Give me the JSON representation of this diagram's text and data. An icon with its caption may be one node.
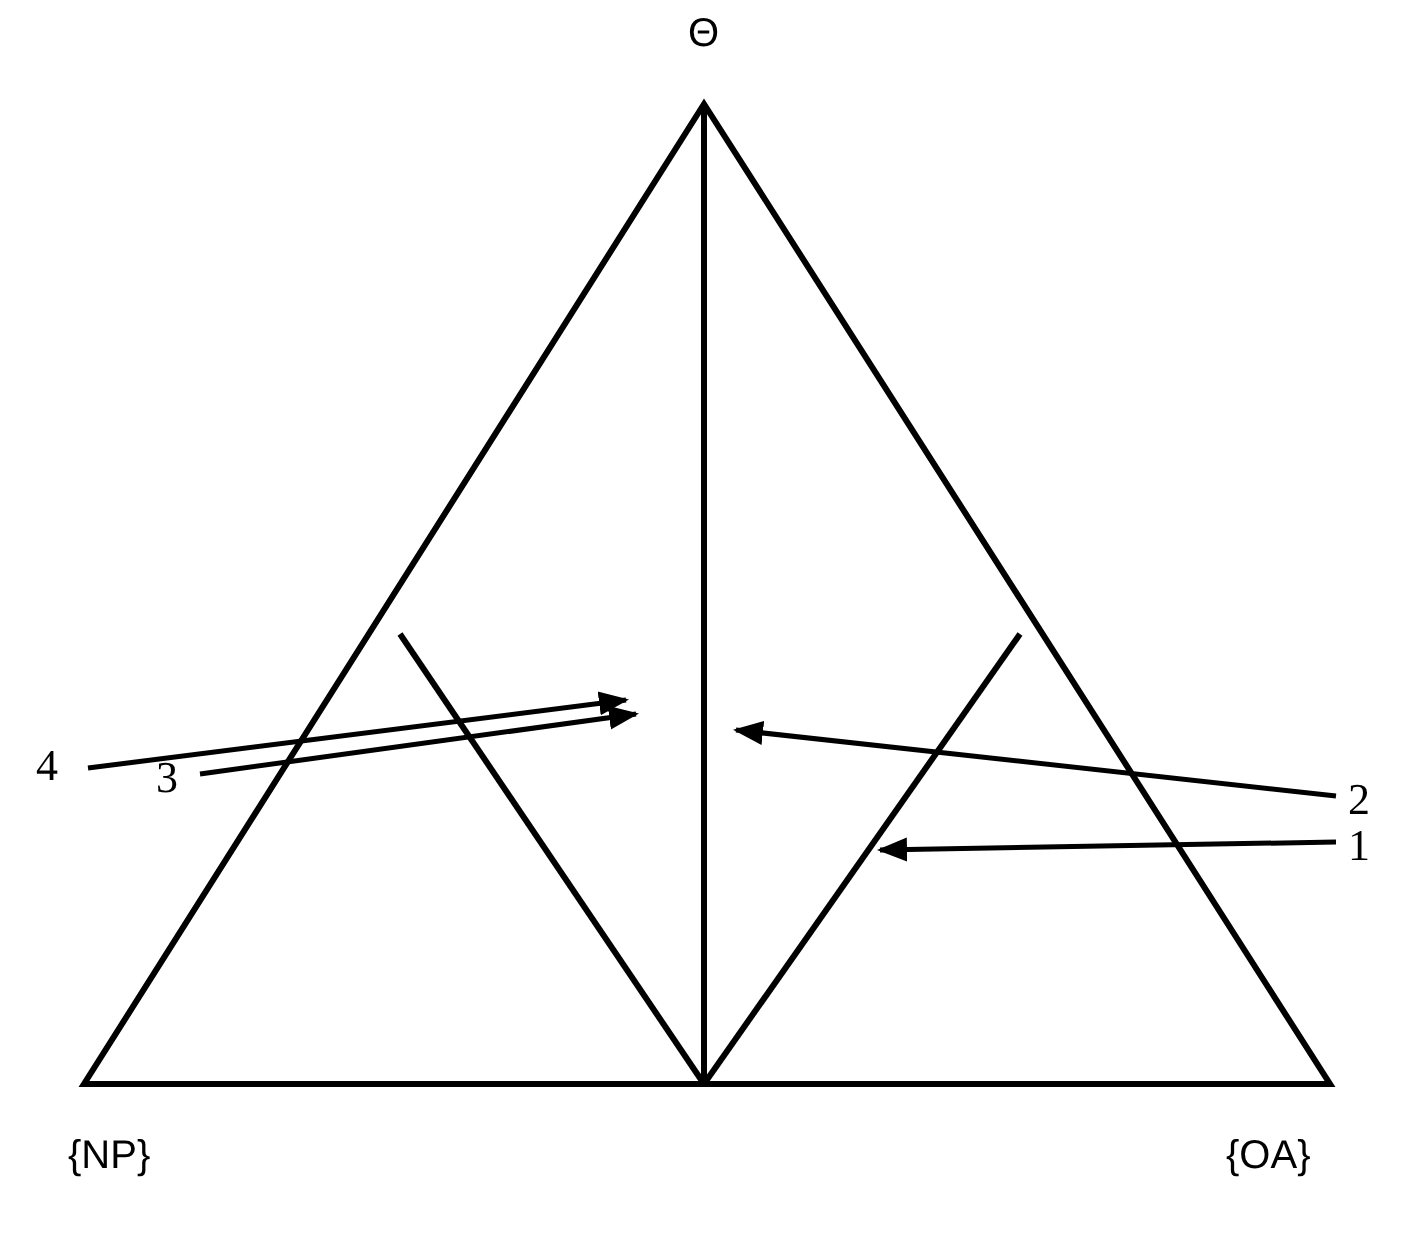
{
  "diagram": {
    "nodes": [
      {
        "text": [
          "4"
        ]
      },
      {
        "text": [
          "3"
        ]
      },
      {
        "text": [
          "2"
        ]
      },
      {
        "text": [
          "1"
        ]
      }
    ],
    "edges": [
      {
        "from": 0,
        "to": null,
        "arrow": "to"
      },
      {
        "from": 1,
        "to": null,
        "arrow": "to"
      },
      {
        "from": 2,
        "to": null,
        "arrow": "to"
      },
      {
        "from": 3,
        "to": null,
        "arrow": "to"
      }
    ],
    "labels": [
      "Θ",
      "{NP}",
      "{OA}"
    ]
  }
}
